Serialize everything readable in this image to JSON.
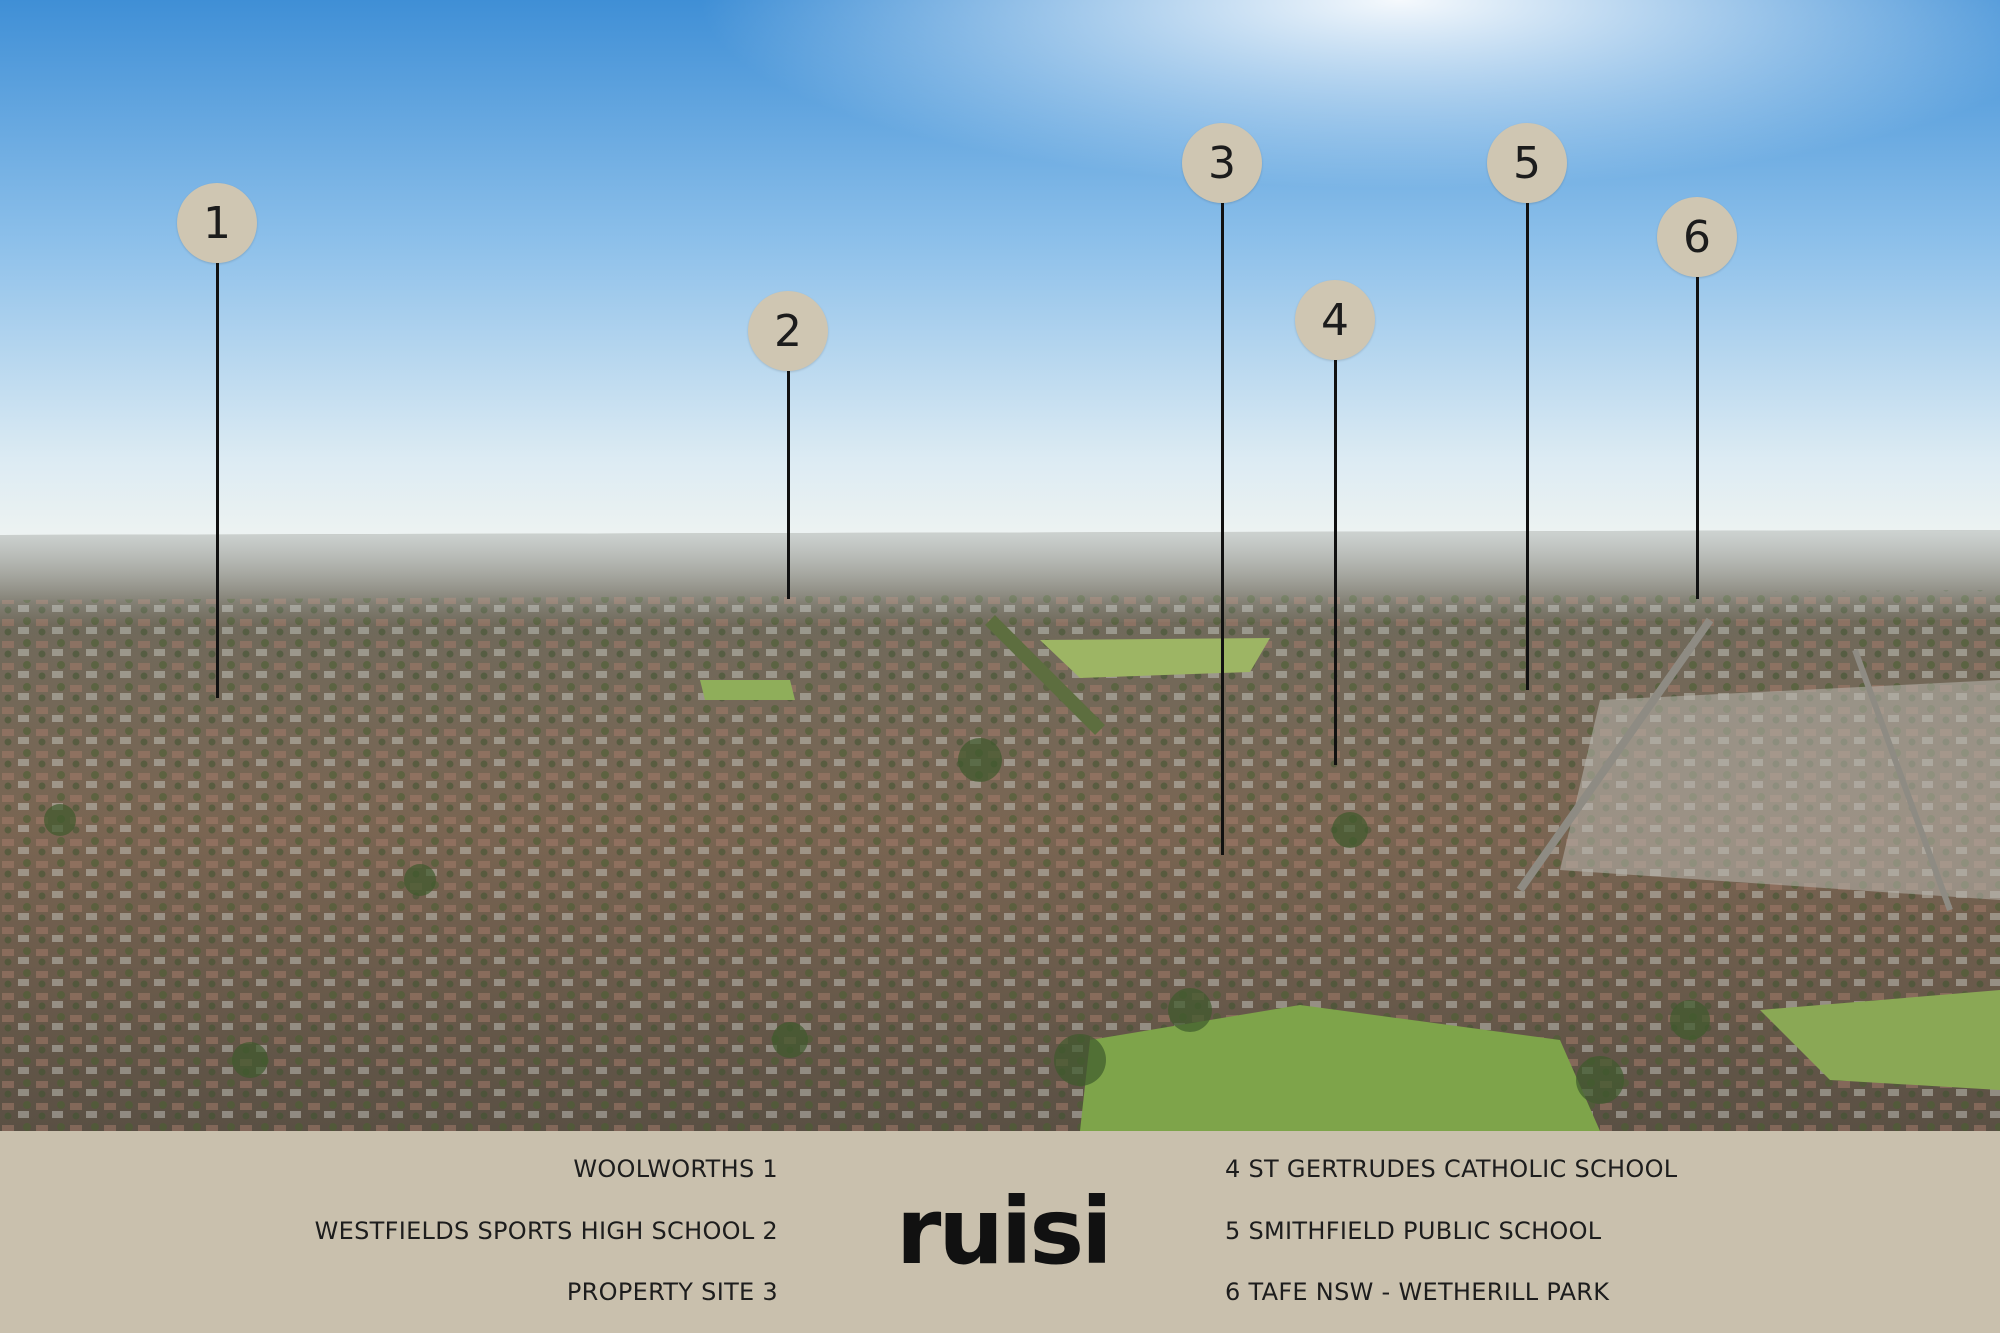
{
  "brand": {
    "logo_text": "ruisi"
  },
  "markers": [
    {
      "number": "1"
    },
    {
      "number": "2"
    },
    {
      "number": "3"
    },
    {
      "number": "4"
    },
    {
      "number": "5"
    },
    {
      "number": "6"
    }
  ],
  "legend": {
    "left": [
      {
        "label": "WOOLWORTHS  1"
      },
      {
        "label": "WESTFIELDS SPORTS HIGH SCHOOL 2"
      },
      {
        "label": "PROPERTY SITE 3"
      }
    ],
    "right": [
      {
        "label": "4  ST GERTRUDES CATHOLIC SCHOOL"
      },
      {
        "label": "5  SMITHFIELD PUBLIC SCHOOL"
      },
      {
        "label": "6  TAFE NSW - WETHERILL PARK"
      }
    ]
  },
  "colors": {
    "sky_top": "#4f9ad8",
    "sky_horizon": "#e9f1f3",
    "suburb": "#7e7160",
    "marker_fill": "#cfc6b2",
    "legend_bg": "#c9c0ad",
    "text": "#1d1d1d"
  }
}
